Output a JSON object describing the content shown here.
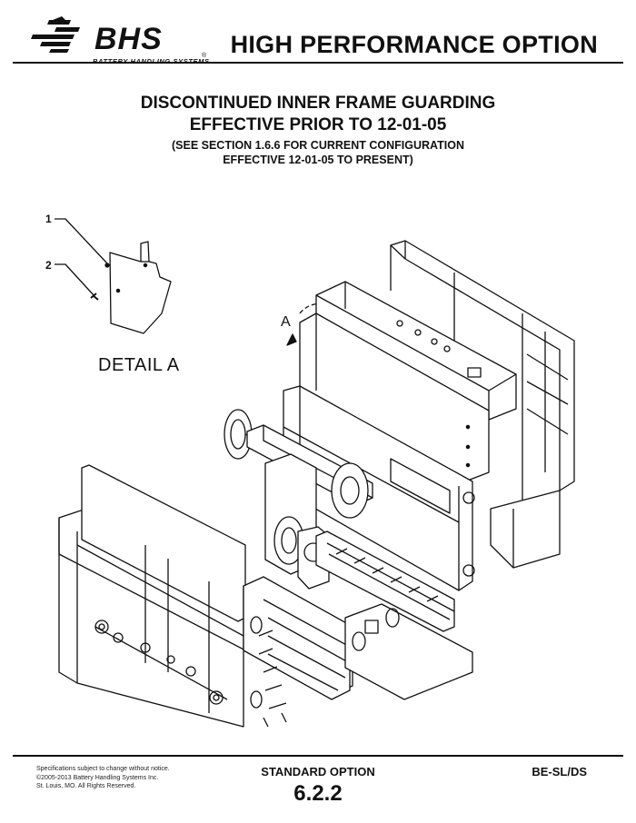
{
  "header": {
    "logo_text": "BHS",
    "logo_subtitle": "BATTERY HANDLING SYSTEMS",
    "logo_reg": "®",
    "title": "HIGH PERFORMANCE OPTION"
  },
  "titles": {
    "line1": "DISCONTINUED INNER FRAME GUARDING",
    "line2": "EFFECTIVE PRIOR TO 12-01-05",
    "line3": "(SEE SECTION 1.6.6 FOR CURRENT CONFIGURATION",
    "line4": "EFFECTIVE 12-01-05 TO PRESENT)"
  },
  "drawing": {
    "callouts": [
      "1",
      "2"
    ],
    "detail_label": "DETAIL  A",
    "view_marker": "A"
  },
  "footer": {
    "legal": [
      "Specifications subject to change without notice.",
      "©2005-2013 Battery Handling Systems Inc.",
      "St. Louis, MO.  All Rights Reserved."
    ],
    "option": "STANDARD OPTION",
    "section": "6.2.2",
    "code": "BE-SL/DS"
  }
}
